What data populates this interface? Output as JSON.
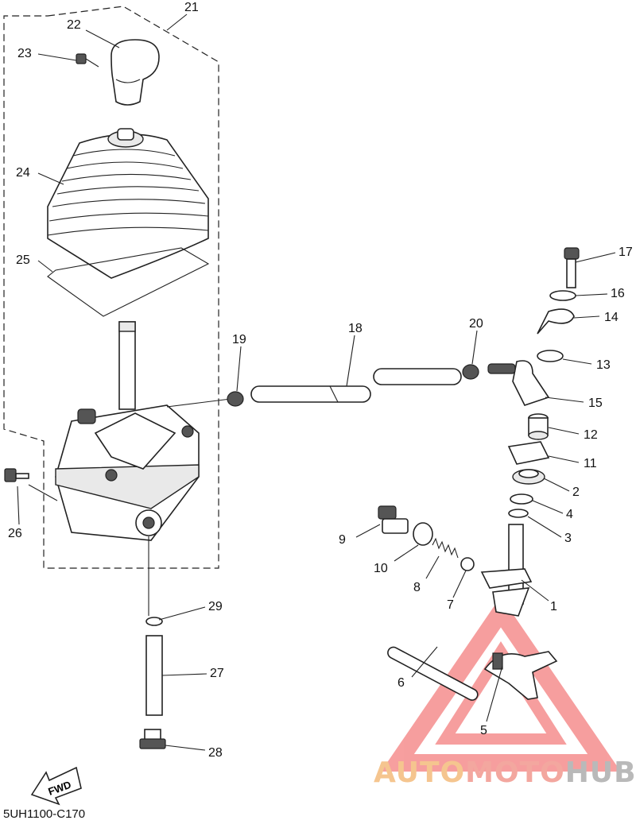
{
  "diagram": {
    "code": "5UH1100-C170",
    "fwd_label": "FWD",
    "callouts": [
      "21",
      "22",
      "23",
      "24",
      "25",
      "19",
      "18",
      "20",
      "17",
      "16",
      "14",
      "13",
      "15",
      "12",
      "11",
      "2",
      "4",
      "3",
      "1",
      "9",
      "10",
      "8",
      "7",
      "26",
      "29",
      "27",
      "28",
      "6",
      "5"
    ]
  },
  "watermark": {
    "part1": "AUTO",
    "part2": "MOTO",
    "part3": "HUB",
    "colors": {
      "auto": "#f5c58f",
      "moto": "#f3a79f",
      "hub": "#b9b9b9",
      "triangle": "#f05050"
    }
  }
}
